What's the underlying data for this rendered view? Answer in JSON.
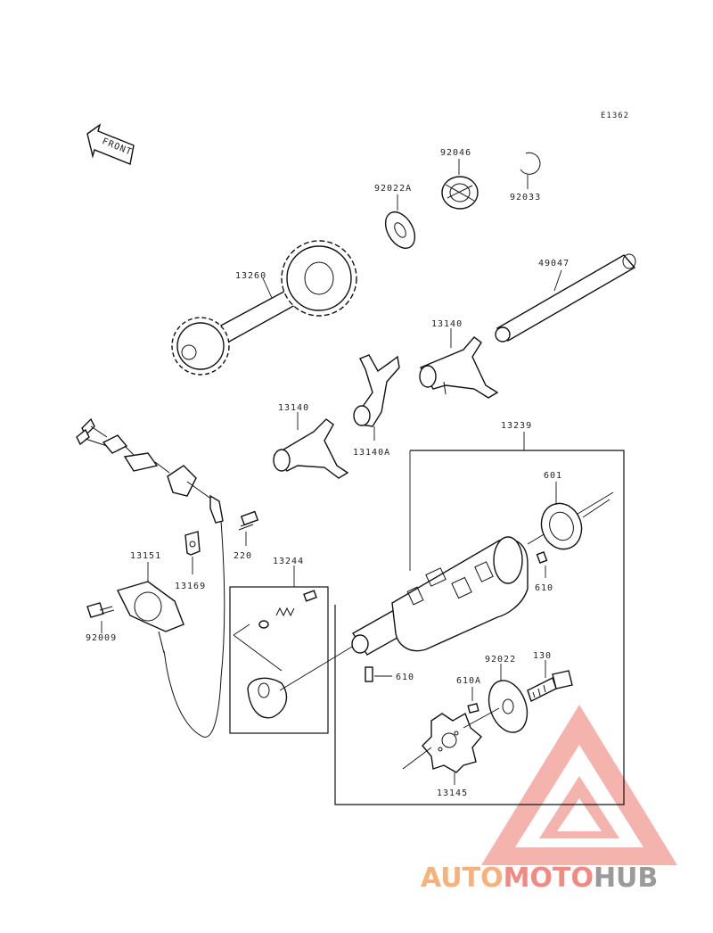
{
  "diagram_code": "E1362",
  "front_label": "FRONT",
  "parts": {
    "p92046": "92046",
    "p92033": "92033",
    "p92022A": "92022A",
    "p49047": "49047",
    "p13260": "13260",
    "p13140_a": "13140",
    "p13140_b": "13140",
    "p13140A": "13140A",
    "p13239": "13239",
    "p601": "601",
    "p610_a": "610",
    "p610_b": "610",
    "p610A": "610A",
    "p92022": "92022",
    "p130": "130",
    "p13145": "13145",
    "p13244": "13244",
    "p220": "220",
    "p13169": "13169",
    "p13151": "13151",
    "p92009": "92009"
  },
  "watermark": {
    "word_orange": "AUTO",
    "word_red": "MOTO",
    "word_gray": "HUB",
    "colors": {
      "orange": "#f6b27a",
      "red": "#f08a82",
      "gray": "#9a9a9a"
    }
  }
}
